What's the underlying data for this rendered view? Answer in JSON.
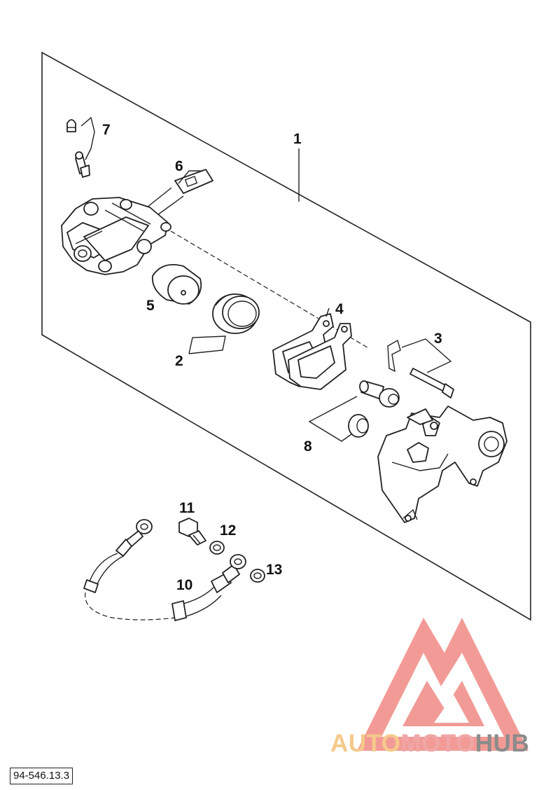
{
  "callouts": {
    "c1": "1",
    "c2": "2",
    "c3": "3",
    "c4": "4",
    "c5": "5",
    "c6": "6",
    "c7": "7",
    "c8": "8",
    "c10": "10",
    "c11": "11",
    "c12": "12",
    "c13": "13"
  },
  "drawing_number": "94-546.13.3",
  "watermark": {
    "part1": "AUTO",
    "part2": "MOTO",
    "part3": "HUB",
    "color_triangle": "#f08a84",
    "color_auto": "#f5c98a",
    "color_moto": "#f0a6a6",
    "color_hub": "#8b8b8b"
  }
}
